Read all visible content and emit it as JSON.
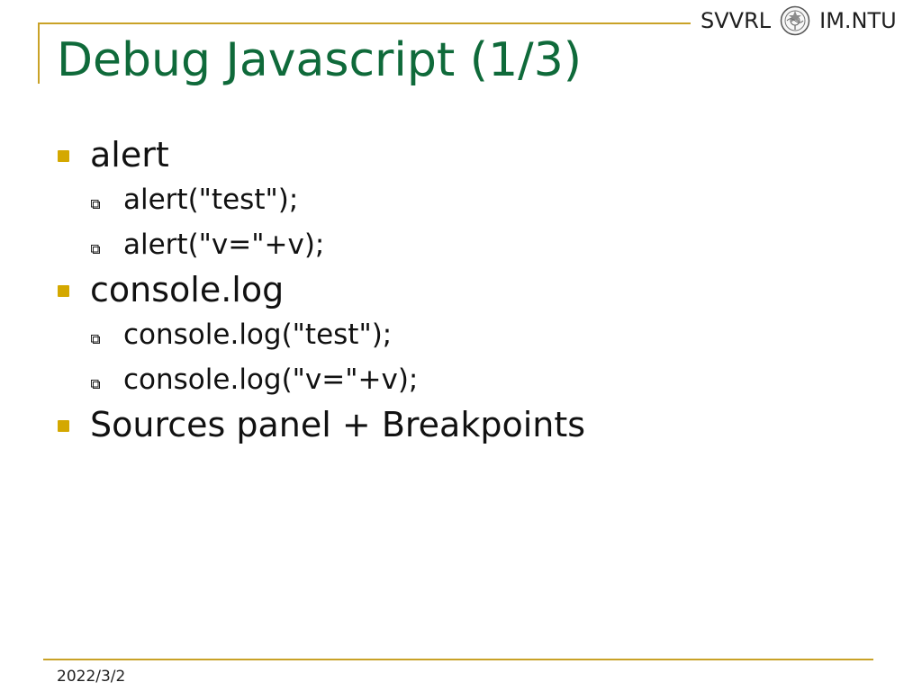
{
  "header": {
    "brand_left": "SVVRL",
    "brand_right": "IM.NTU",
    "logo_icon": "university-seal-icon"
  },
  "slide": {
    "title": "Debug Javascript (1/3)",
    "items": [
      {
        "label": "alert",
        "subitems": [
          "alert(\"test\");",
          "alert(\"v=\"+v);"
        ]
      },
      {
        "label": "console.log",
        "subitems": [
          "console.log(\"test\");",
          "console.log(\"v=\"+v);"
        ]
      },
      {
        "label": "Sources panel + Breakpoints",
        "subitems": []
      }
    ]
  },
  "footer": {
    "date": "2022/3/2"
  },
  "colors": {
    "title": "#0f6a3a",
    "accent": "#c9a227",
    "bullet": "#d4a800"
  }
}
